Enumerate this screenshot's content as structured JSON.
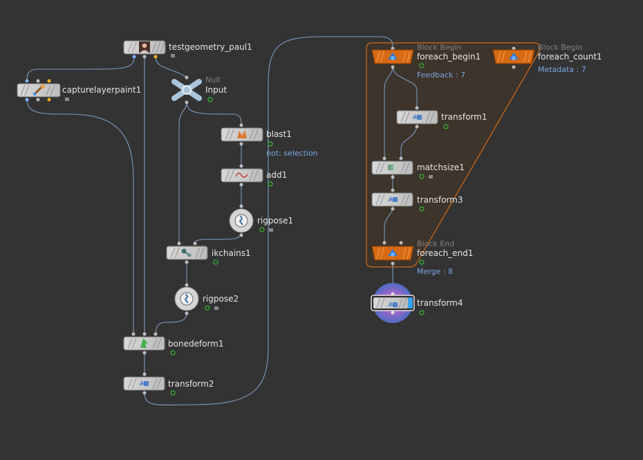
{
  "colors": {
    "background": "#333333",
    "wire": "#7d9bbf",
    "node_fill": "#cfcfcf",
    "block_node": "#d86a12",
    "block_region": "#3d342b",
    "flag_green": "#35b135",
    "display_flag": "#35a3f0",
    "info_text": "#7ba7e0"
  },
  "nodes": {
    "testgeometry": {
      "name": "testgeometry_paul1",
      "icon": "portrait-icon"
    },
    "capturelayerpaint": {
      "name": "capturelayerpaint1",
      "icon": "paint-brush-icon"
    },
    "input": {
      "type": "Null",
      "name": "Input",
      "icon": "null-cross-icon"
    },
    "blast": {
      "name": "blast1",
      "info": "not: selection",
      "icon": "blast-icon"
    },
    "add": {
      "name": "add1",
      "icon": "add-curve-icon"
    },
    "rigpose1": {
      "name": "rigpose1",
      "icon": "rigpose-icon"
    },
    "ikchains": {
      "name": "ikchains1",
      "icon": "ik-chain-icon"
    },
    "rigpose2": {
      "name": "rigpose2",
      "icon": "rigpose-icon"
    },
    "bonedeform": {
      "name": "bonedeform1",
      "icon": "bone-deform-icon"
    },
    "transform2": {
      "name": "transform2",
      "icon": "transform-icon"
    },
    "foreach_begin": {
      "type": "Block Begin",
      "name": "foreach_begin1",
      "info": "Feedback : 7",
      "icon": "foreach-icon"
    },
    "foreach_count": {
      "type": "Block Begin",
      "name": "foreach_count1",
      "info": "Metadata : 7",
      "icon": "foreach-icon"
    },
    "transform1": {
      "name": "transform1",
      "icon": "transform-icon"
    },
    "matchsize": {
      "name": "matchsize1",
      "icon": "match-size-icon"
    },
    "transform3": {
      "name": "transform3",
      "icon": "transform-icon"
    },
    "foreach_end": {
      "type": "Block End",
      "name": "foreach_end1",
      "info": "Merge : 8",
      "icon": "foreach-icon"
    },
    "transform4": {
      "name": "transform4",
      "icon": "transform-icon",
      "selected": true,
      "display_flag": true
    }
  }
}
